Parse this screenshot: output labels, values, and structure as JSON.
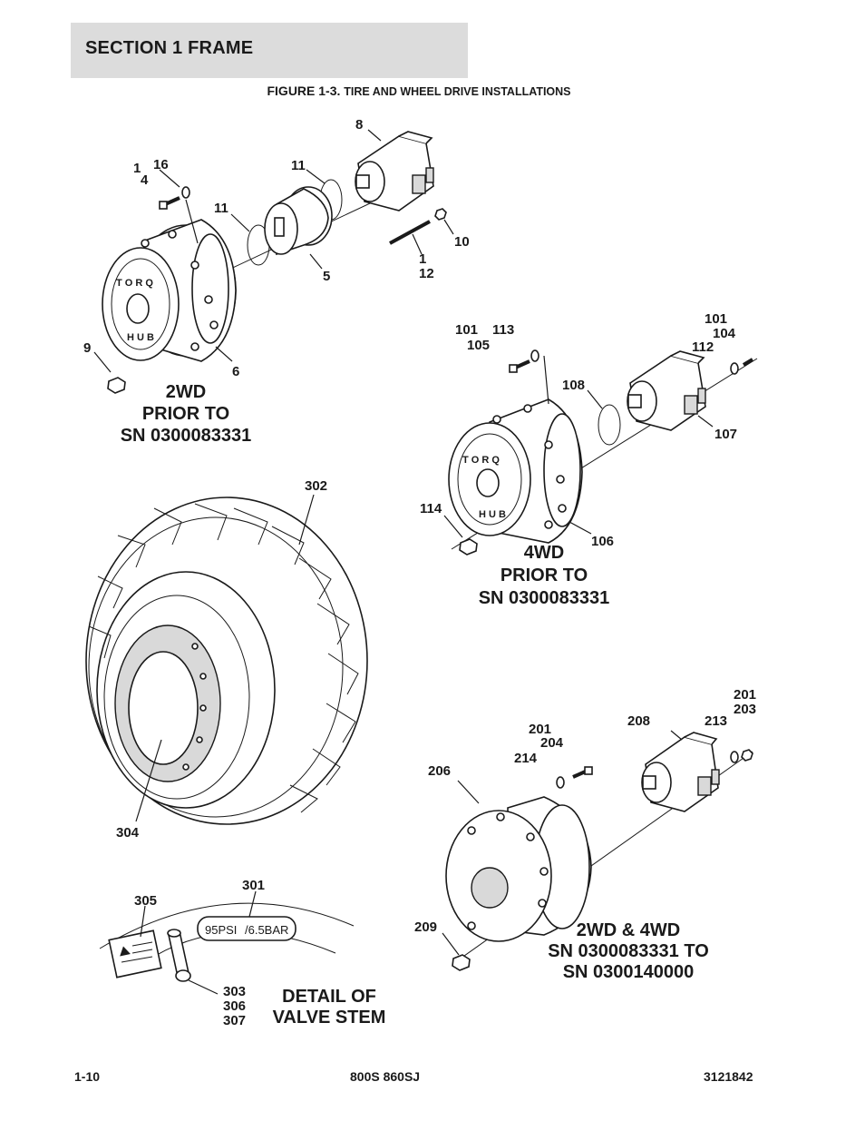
{
  "header": {
    "section_title": "SECTION 1  FRAME"
  },
  "figure": {
    "number": "FIGURE 1-3.",
    "title": "TIRE AND WHEEL DRIVE INSTALLATIONS"
  },
  "callouts": {
    "c8": "8",
    "c1a": "1",
    "c4": "4",
    "c16": "16",
    "c11a": "11",
    "c11b": "11",
    "c5": "5",
    "c10": "10",
    "c1b": "1",
    "c12": "12",
    "c9": "9",
    "c6": "6",
    "c101a": "101",
    "c113": "113",
    "c105": "105",
    "c101b": "101",
    "c104": "104",
    "c112": "112",
    "c108": "108",
    "c107": "107",
    "c114": "114",
    "c106": "106",
    "c302": "302",
    "c304": "304",
    "c201a": "201",
    "c204": "204",
    "c214": "214",
    "c208": "208",
    "c213": "213",
    "c201b": "201",
    "c203": "203",
    "c206": "206",
    "c209": "209",
    "c301": "301",
    "c305": "305",
    "c303": "303",
    "c306": "306",
    "c307": "307"
  },
  "captions": {
    "twd": [
      "2WD",
      "PRIOR TO",
      "SN 0300083331"
    ],
    "fwd": [
      "4WD",
      "PRIOR TO",
      "SN 0300083331"
    ],
    "both": [
      "2WD & 4WD",
      "SN 0300083331 TO",
      "SN 0300140000"
    ],
    "valve": [
      "DETAIL OF",
      "VALVE STEM"
    ]
  },
  "valve_band": {
    "psi": "95PSI",
    "bar": "/6.5BAR"
  },
  "footer": {
    "page": "1-10",
    "model": "800S 860SJ",
    "doc_number": "3121842"
  }
}
